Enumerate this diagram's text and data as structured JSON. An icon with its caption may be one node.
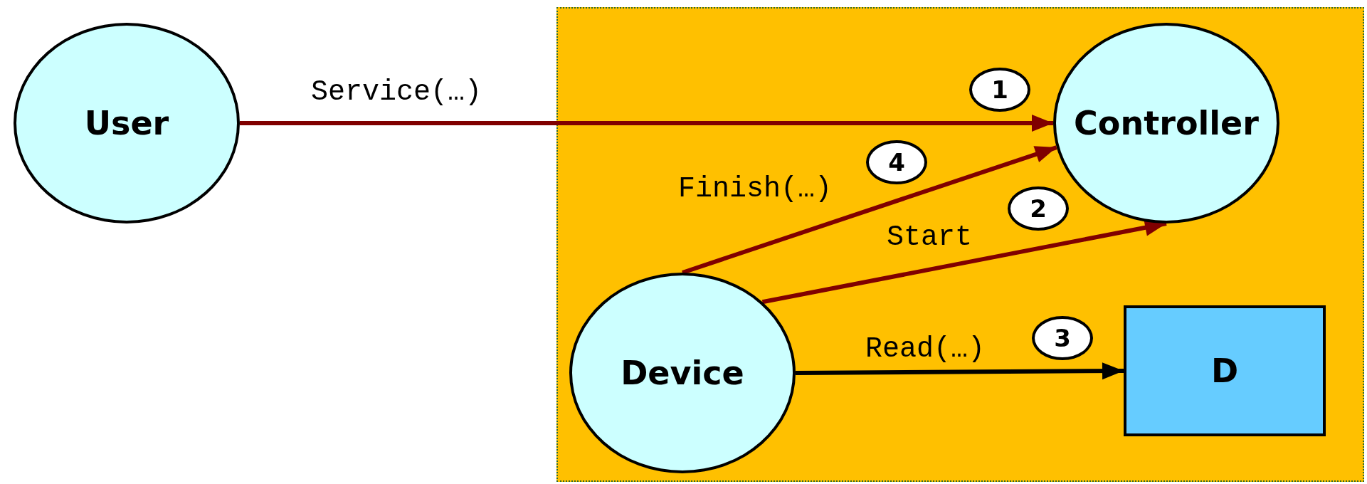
{
  "diagram": {
    "nodes": [
      {
        "text": [
          "User"
        ]
      },
      {
        "text": [],
        "shape": "box"
      },
      {
        "text": [
          "Controller"
        ],
        "in": 1
      },
      {
        "text": [
          "1"
        ],
        "in": 1
      },
      {
        "text": [
          "4"
        ],
        "in": 1
      },
      {
        "text": [
          "2"
        ],
        "in": 1
      },
      {
        "text": [
          "Device"
        ],
        "in": 1
      },
      {
        "text": [
          "3"
        ],
        "in": 1
      },
      {
        "text": [
          "D"
        ],
        "in": 1
      }
    ],
    "edges": [
      {
        "from": 0,
        "to": 2,
        "arrow": "to",
        "label": "Service(…)"
      },
      {
        "from": 6,
        "to": 2,
        "arrow": "to",
        "label": "Finish(…)"
      },
      {
        "from": 6,
        "to": 2,
        "arrow": "to",
        "label": "Start"
      },
      {
        "from": 6,
        "to": 8,
        "arrow": "to",
        "label": "Read(…)",
        "color": "#000000"
      }
    ]
  }
}
